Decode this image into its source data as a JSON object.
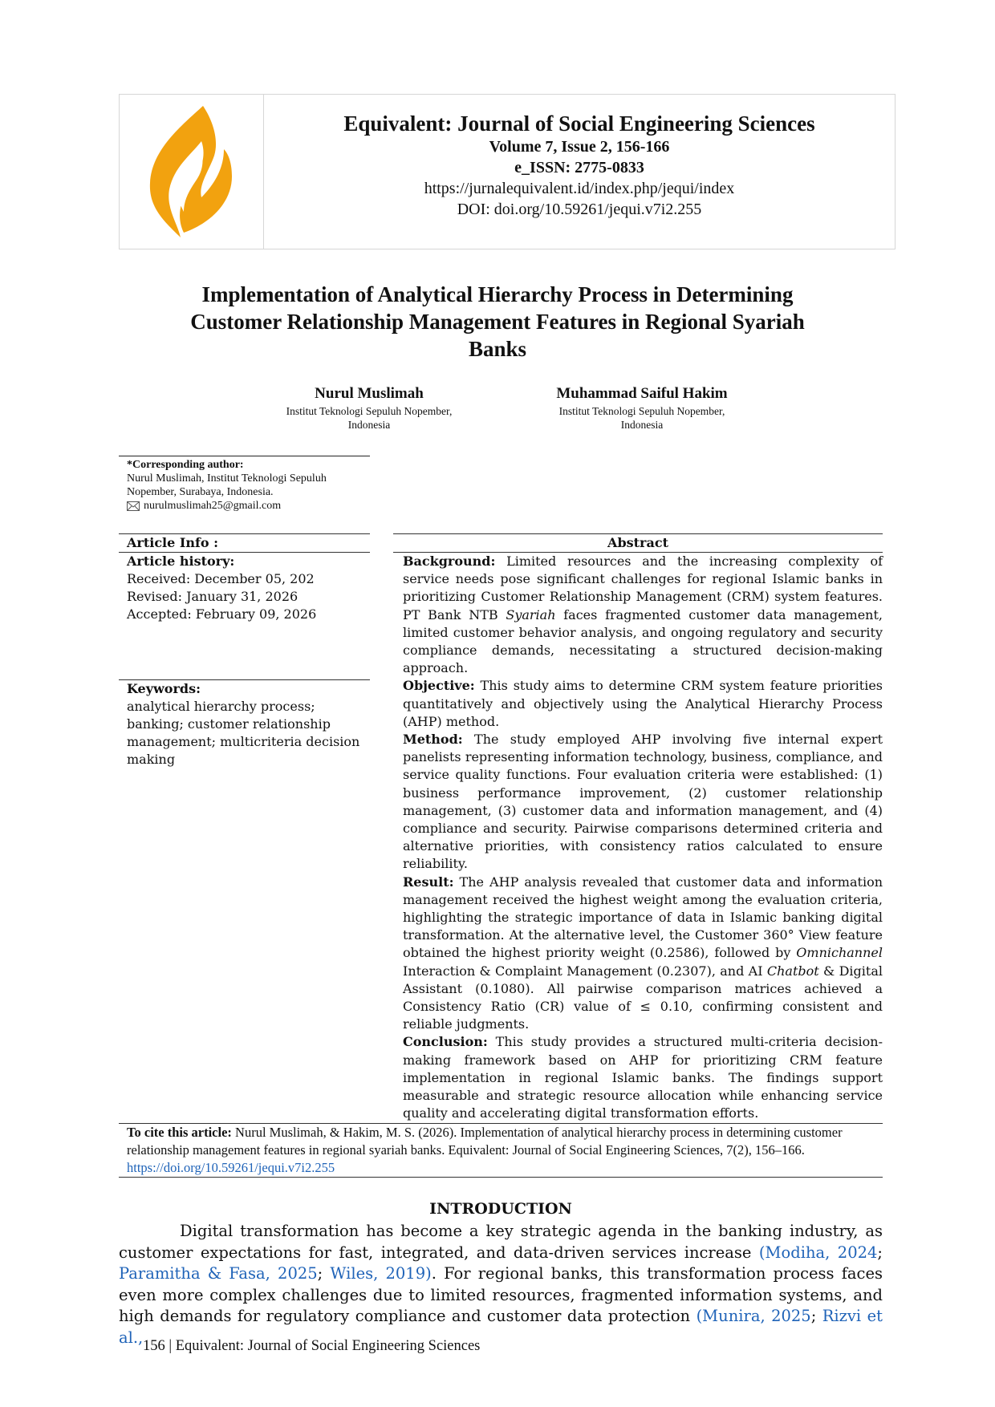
{
  "header": {
    "logo": "journal-flame-logo",
    "journal_title": "Equivalent: Journal of Social Engineering Sciences",
    "volume": "Volume 7, Issue 2, 156-166",
    "issn": "e_ISSN: 2775-0833",
    "url": "https://jurnalequivalent.id/index.php/jequi/index",
    "doi": "DOI: doi.org/10.59261/jequi.v7i2.255",
    "accent_color": "#f2a20f"
  },
  "paper": {
    "title_lines": [
      "Implementation of Analytical Hierarchy Process in Determining",
      "Customer Relationship Management Features in Regional Syariah",
      "Banks"
    ]
  },
  "authors": [
    {
      "name": "Nurul Muslimah",
      "affiliation_line1": "Institut Teknologi Sepuluh Nopember,",
      "affiliation_line2": "Indonesia"
    },
    {
      "name": "Muhammad Saiful Hakim",
      "affiliation_line1": "Institut Teknologi Sepuluh Nopember,",
      "affiliation_line2": "Indonesia"
    }
  ],
  "corresponding": {
    "label": "*Corresponding author:",
    "line1": "Nurul Muslimah, Institut Teknologi Sepuluh",
    "line2": "Nopember, Surabaya, Indonesia.",
    "email_icon": "envelope-icon",
    "email": "nurulmuslimah25@gmail.com"
  },
  "article_info": {
    "heading": "Article Info :",
    "history_label": "Article history:",
    "received": "Received: December 05, 202",
    "revised": "Revised: January 31, 2026",
    "accepted": "Accepted: February 09, 2026",
    "keywords_label": "Keywords:",
    "keywords_lines": [
      "analytical hierarchy process;",
      "banking; customer relationship",
      "management; multicriteria decision",
      "making"
    ]
  },
  "abstract": {
    "heading": "Abstract",
    "background_label": "Background:",
    "background_text_1": " Limited resources and the increasing complexity of service needs pose significant challenges for regional Islamic banks in prioritizing Customer Relationship Management (CRM) system features. PT Bank NTB ",
    "background_italic": "Syariah",
    "background_text_2": " faces fragmented customer data management, limited customer behavior analysis, and ongoing regulatory and security compliance demands, necessitating a structured decision-making approach.",
    "objective_label": "Objective:",
    "objective_text": " This study aims to determine CRM system feature priorities quantitatively and objectively using the Analytical Hierarchy Process (AHP) method.",
    "method_label": "Method:",
    "method_text": " The study employed AHP involving five internal expert panelists representing information technology, business, compliance, and service quality functions. Four evaluation criteria were established: (1) business performance improvement, (2) customer relationship management, (3) customer data and information management, and (4) compliance and security. Pairwise comparisons determined criteria and alternative priorities, with consistency ratios calculated to ensure reliability.",
    "result_label": "Result:",
    "result_text_1": " The AHP analysis revealed that customer data and information management received the highest weight among the evaluation criteria, highlighting the strategic importance of data in Islamic banking digital transformation. At the alternative level, the Customer 360° View feature obtained the highest priority weight (0.2586), followed by ",
    "result_italic_1": "Omnichannel",
    "result_text_2": " Interaction & Complaint Management (0.2307), and AI ",
    "result_italic_2": "Chatbot",
    "result_text_3": " & Digital Assistant (0.1080). All pairwise comparison matrices achieved a Consistency Ratio (CR) value of ≤ 0.10, confirming consistent and reliable judgments.",
    "conclusion_label": "Conclusion:",
    "conclusion_text": " This study provides a structured multi-criteria decision-making framework based on AHP for prioritizing CRM feature implementation in regional Islamic banks. The findings support measurable and strategic resource allocation while enhancing service quality and accelerating digital transformation efforts."
  },
  "citation": {
    "label": "To cite this article:",
    "text": " Nurul Muslimah, & Hakim, M. S. (2026). Implementation of analytical hierarchy process in determining customer relationship management features in regional syariah banks. Equivalent: Journal of Social Engineering Sciences, 7(2), 156–166. ",
    "doi_link": "https://doi.org/10.59261/jequi.v7i2.255",
    "link_color": "#1f63b8"
  },
  "introduction": {
    "heading": "INTRODUCTION",
    "text_1": "Digital transformation has become a key strategic agenda in the banking industry, as customer expectations for fast, integrated, and data-driven services increase ",
    "cite_1": "(Modiha, 2024",
    "sep_1": "; ",
    "cite_2": "Paramitha & Fasa, 2025",
    "sep_2": "; ",
    "cite_3": "Wiles, 2019)",
    "text_2": ". For regional banks, this transformation process faces even more complex challenges due to limited resources, fragmented information systems, and high demands for regulatory compliance and customer data protection ",
    "cite_4": "(Munira, 2025",
    "sep_3": "; ",
    "cite_5": "Rizvi et al.,"
  },
  "footer": {
    "page_number": "156",
    "separator": " | ",
    "journal_name": "Equivalent: Journal of Social Engineering Sciences"
  }
}
